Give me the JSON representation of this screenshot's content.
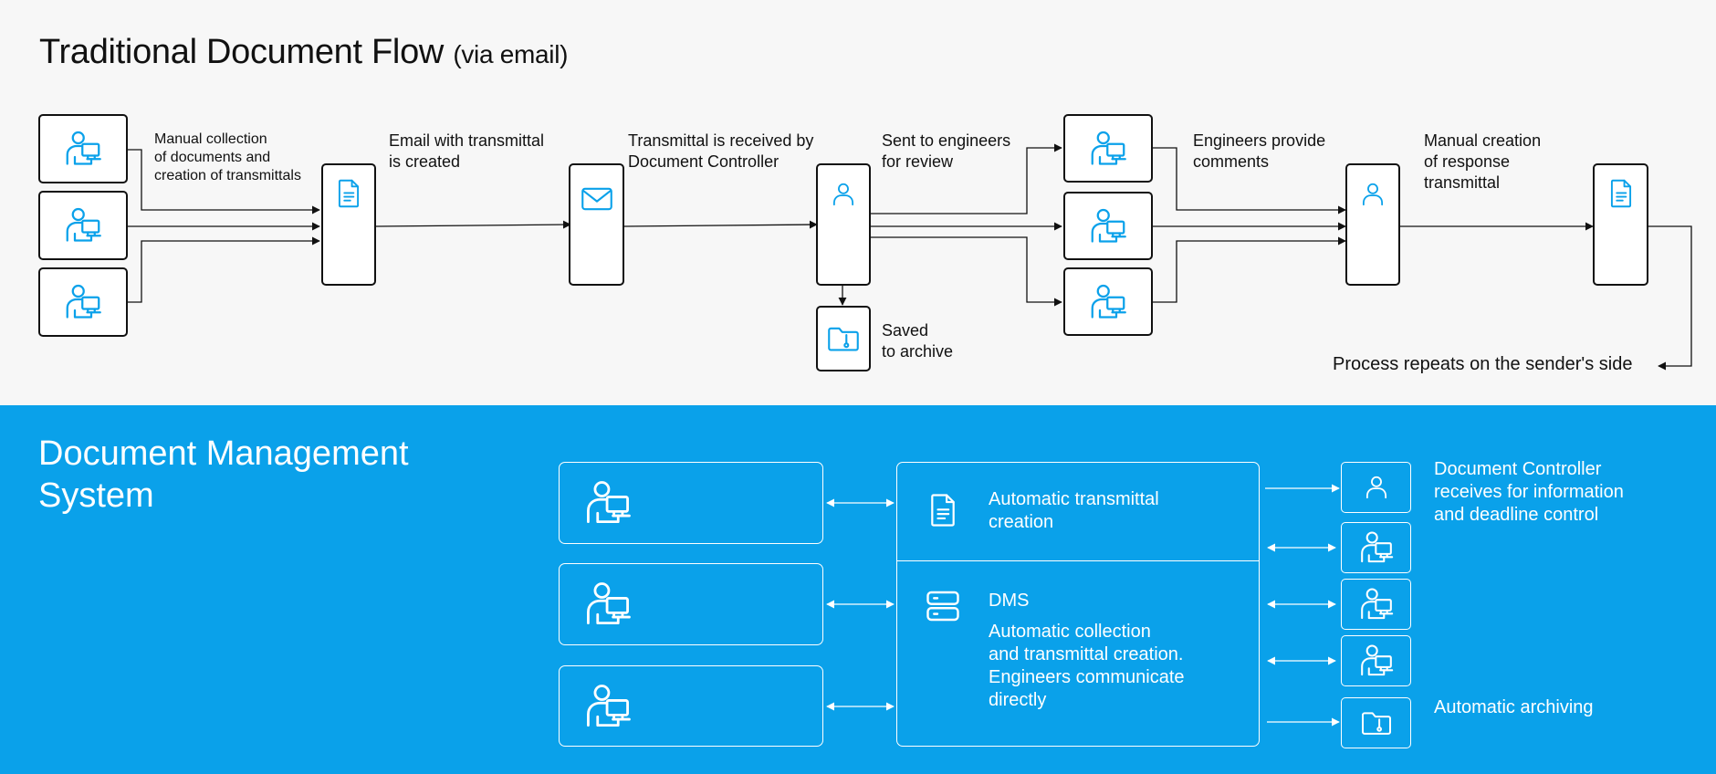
{
  "traditional": {
    "title": "Traditional Document Flow",
    "title_suffix": "(via email)",
    "labels": {
      "manual_collection": [
        "Manual collection",
        "of documents and",
        "creation of transmittals"
      ],
      "email_created": [
        "Email with transmittal",
        "is created"
      ],
      "received": [
        "Transmittal is received by",
        "Document Controller"
      ],
      "sent_engineers": [
        "Sent to engineers",
        "for review"
      ],
      "engineers_comments": [
        "Engineers provide",
        "comments"
      ],
      "manual_response": [
        "Manual creation",
        "of response",
        "transmittal"
      ],
      "saved_archive": [
        "Saved",
        "to archive"
      ],
      "process_repeats": "Process repeats on the sender's side"
    }
  },
  "dms": {
    "title_lines": [
      "Document Management",
      "System"
    ],
    "auto_transmittal": [
      "Automatic transmittal",
      "creation"
    ],
    "dms_label": "DMS",
    "dms_desc": [
      "Automatic collection",
      "and transmittal creation.",
      "Engineers communicate",
      "directly"
    ],
    "controller_info": [
      "Document Controller",
      "receives for information",
      "and deadline control"
    ],
    "auto_archiving": "Automatic archiving"
  },
  "colors": {
    "accent": "#0aa1ea",
    "top_bg": "#f7f7f7",
    "line": "#111111",
    "white": "#ffffff"
  },
  "icons": [
    "engineer-workstation-icon",
    "document-icon",
    "email-icon",
    "user-icon",
    "archive-folder-icon",
    "server-icon"
  ]
}
